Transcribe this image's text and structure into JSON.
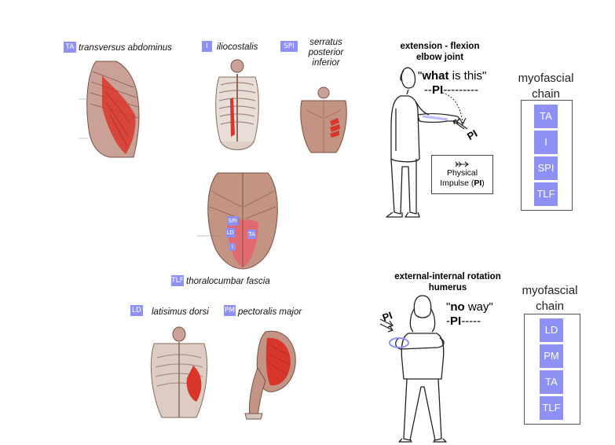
{
  "muscle_labels": {
    "ta": {
      "badge": "TA",
      "text": "transversus abdominus"
    },
    "i": {
      "badge": "I",
      "text": "iliocostalis"
    },
    "spi": {
      "badge": "SPI",
      "text_line1": "serratus",
      "text_line2": "posterior",
      "text_line3": "inferior"
    },
    "tlf": {
      "badge": "TLF",
      "text": "thoralocumbar fascia"
    },
    "ld": {
      "badge": "LD",
      "text": "latisimus dorsi"
    },
    "pm": {
      "badge": "PM",
      "text": "pectoralis major"
    }
  },
  "back_badges": [
    "SPI",
    "LD",
    "TA",
    "I"
  ],
  "elbow_panel": {
    "title_line1": "extension - flexion",
    "title_line2": "elbow joint",
    "quote_open": "\"",
    "quote_bold": "what",
    "quote_rest": " is this\"",
    "pi_line_pre": "--",
    "pi_bold": "PI",
    "pi_line_post": "---------",
    "arrow_label": "PI",
    "legend_line1": "Physical",
    "legend_line2_pre": "Impulse (",
    "legend_line2_bold": "PI",
    "legend_line2_post": ")"
  },
  "rotation_panel": {
    "title_line1": "external-internal rotation",
    "title_line2": "humerus",
    "quote_open": "\"",
    "quote_bold": "no",
    "quote_rest": " way\"",
    "pi_line_pre": "-",
    "pi_bold": "PI",
    "pi_line_post": "-----",
    "arrow_label": "PI"
  },
  "chain1": {
    "title_line1": "myofascial",
    "title_line2": "chain",
    "items": [
      "TA",
      "I",
      "SPI",
      "TLF"
    ]
  },
  "chain2": {
    "title_line1": "myofascial",
    "title_line2": "chain",
    "items": [
      "LD",
      "PM",
      "TA",
      "TLF"
    ]
  },
  "colors": {
    "badge": "#8f90f4",
    "muscle_red": "#d9362b",
    "skin": "#b88a7d"
  }
}
